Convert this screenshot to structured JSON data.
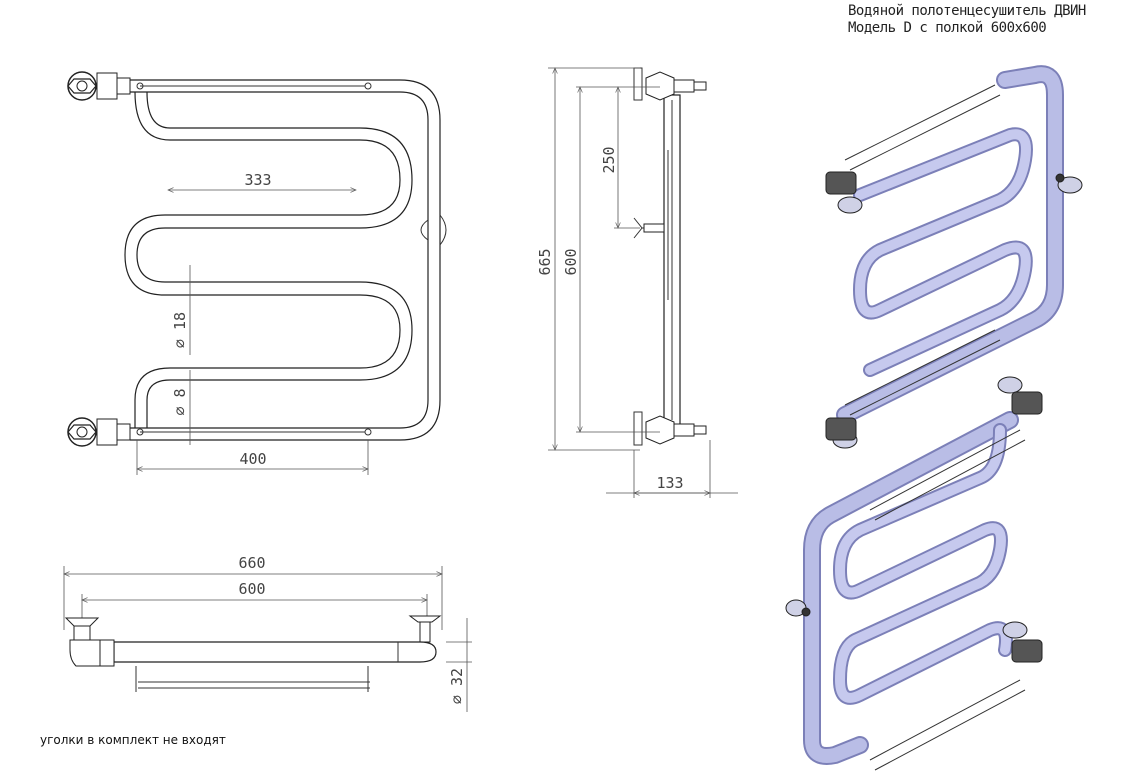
{
  "title": {
    "line1": "Водяной полотенцесушитель ДВИН",
    "line2": "Модель D с полкой 600х600"
  },
  "note": "уголки в комплект не входят",
  "dimensions": {
    "front_inner_width": "333",
    "front_pipe_diameter": "⌀ 18",
    "front_rod_diameter": "⌀ 8",
    "front_rail_length": "400",
    "side_offset": "250",
    "side_total_height": "665",
    "side_center_height": "600",
    "side_depth": "133",
    "top_total_width": "660",
    "top_center_width": "600",
    "top_pipe_diameter": "⌀ 32"
  },
  "colors": {
    "line": "#222222",
    "pipe_3d": "#b9bde6",
    "pipe_3d_dark": "#7c80b8",
    "dim_text": "#444444"
  }
}
